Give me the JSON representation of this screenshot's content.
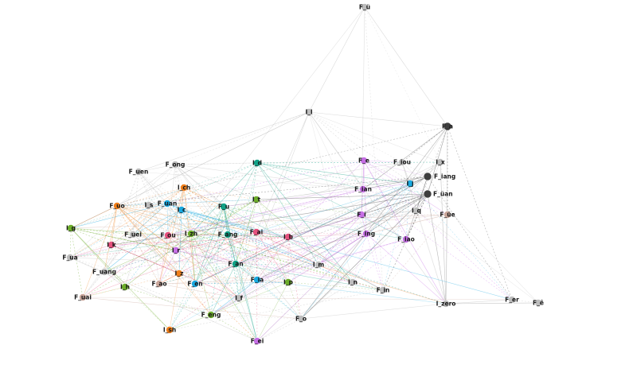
{
  "figure": {
    "type": "network-graph",
    "node_colors": {
      "gray": "#bdbdbd",
      "dark": "#3e3e3e",
      "teal": "#11a287",
      "green": "#6dad2b",
      "blue": "#19a9e0",
      "purple": "#c66fe5",
      "orange": "#f07f1b",
      "pink": "#e5527e",
      "brown": "#c9a59a"
    }
  },
  "nodes": [
    {
      "id": "F_ü",
      "color": "gray"
    },
    {
      "id": "I_l",
      "color": "gray"
    },
    {
      "id": "F_a",
      "color": "dark"
    },
    {
      "id": "F_ong",
      "color": "gray"
    },
    {
      "id": "F_uen",
      "color": "gray"
    },
    {
      "id": "I_d",
      "color": "teal"
    },
    {
      "id": "F_e",
      "color": "purple"
    },
    {
      "id": "F_iou",
      "color": "gray"
    },
    {
      "id": "I_x",
      "color": "gray"
    },
    {
      "id": "F_iang",
      "color": "dark"
    },
    {
      "id": "I_ch",
      "color": "orange"
    },
    {
      "id": "F_ian",
      "color": "purple"
    },
    {
      "id": "I_j",
      "color": "blue"
    },
    {
      "id": "F_üan",
      "color": "dark"
    },
    {
      "id": "F_uan",
      "color": "blue"
    },
    {
      "id": "F_uo",
      "color": "orange"
    },
    {
      "id": "I_s",
      "color": "gray"
    },
    {
      "id": "I_c",
      "color": "blue"
    },
    {
      "id": "F_u",
      "color": "teal"
    },
    {
      "id": "I_t",
      "color": "green"
    },
    {
      "id": "I_q",
      "color": "gray"
    },
    {
      "id": "F_üe",
      "color": "brown"
    },
    {
      "id": "F_i",
      "color": "purple"
    },
    {
      "id": "I_g",
      "color": "green"
    },
    {
      "id": "F_uei",
      "color": "gray"
    },
    {
      "id": "F_ou",
      "color": "pink"
    },
    {
      "id": "I_zh",
      "color": "green"
    },
    {
      "id": "F_ang",
      "color": "teal"
    },
    {
      "id": "F_ai",
      "color": "pink"
    },
    {
      "id": "I_b",
      "color": "pink"
    },
    {
      "id": "F_ing",
      "color": "purple"
    },
    {
      "id": "F_iao",
      "color": "purple"
    },
    {
      "id": "I_k",
      "color": "pink"
    },
    {
      "id": "I_r",
      "color": "purple"
    },
    {
      "id": "F_ua",
      "color": "gray"
    },
    {
      "id": "F_an",
      "color": "teal"
    },
    {
      "id": "I_m",
      "color": "gray"
    },
    {
      "id": "F_uang",
      "color": "gray"
    },
    {
      "id": "I_z",
      "color": "orange"
    },
    {
      "id": "I_h",
      "color": "green"
    },
    {
      "id": "F_ao",
      "color": "brown"
    },
    {
      "id": "F_en",
      "color": "blue"
    },
    {
      "id": "F_ia",
      "color": "blue"
    },
    {
      "id": "I_p",
      "color": "green"
    },
    {
      "id": "I_n",
      "color": "gray"
    },
    {
      "id": "F_in",
      "color": "gray"
    },
    {
      "id": "F_uai",
      "color": "brown"
    },
    {
      "id": "I_f",
      "color": "gray"
    },
    {
      "id": "I_zero",
      "color": "gray"
    },
    {
      "id": "F_er",
      "color": "gray"
    },
    {
      "id": "F_o",
      "color": "gray"
    },
    {
      "id": "F_eng",
      "color": "green"
    },
    {
      "id": "I_sh",
      "color": "orange"
    },
    {
      "id": "F_ei",
      "color": "purple"
    },
    {
      "id": "F_ê",
      "color": "gray"
    }
  ]
}
